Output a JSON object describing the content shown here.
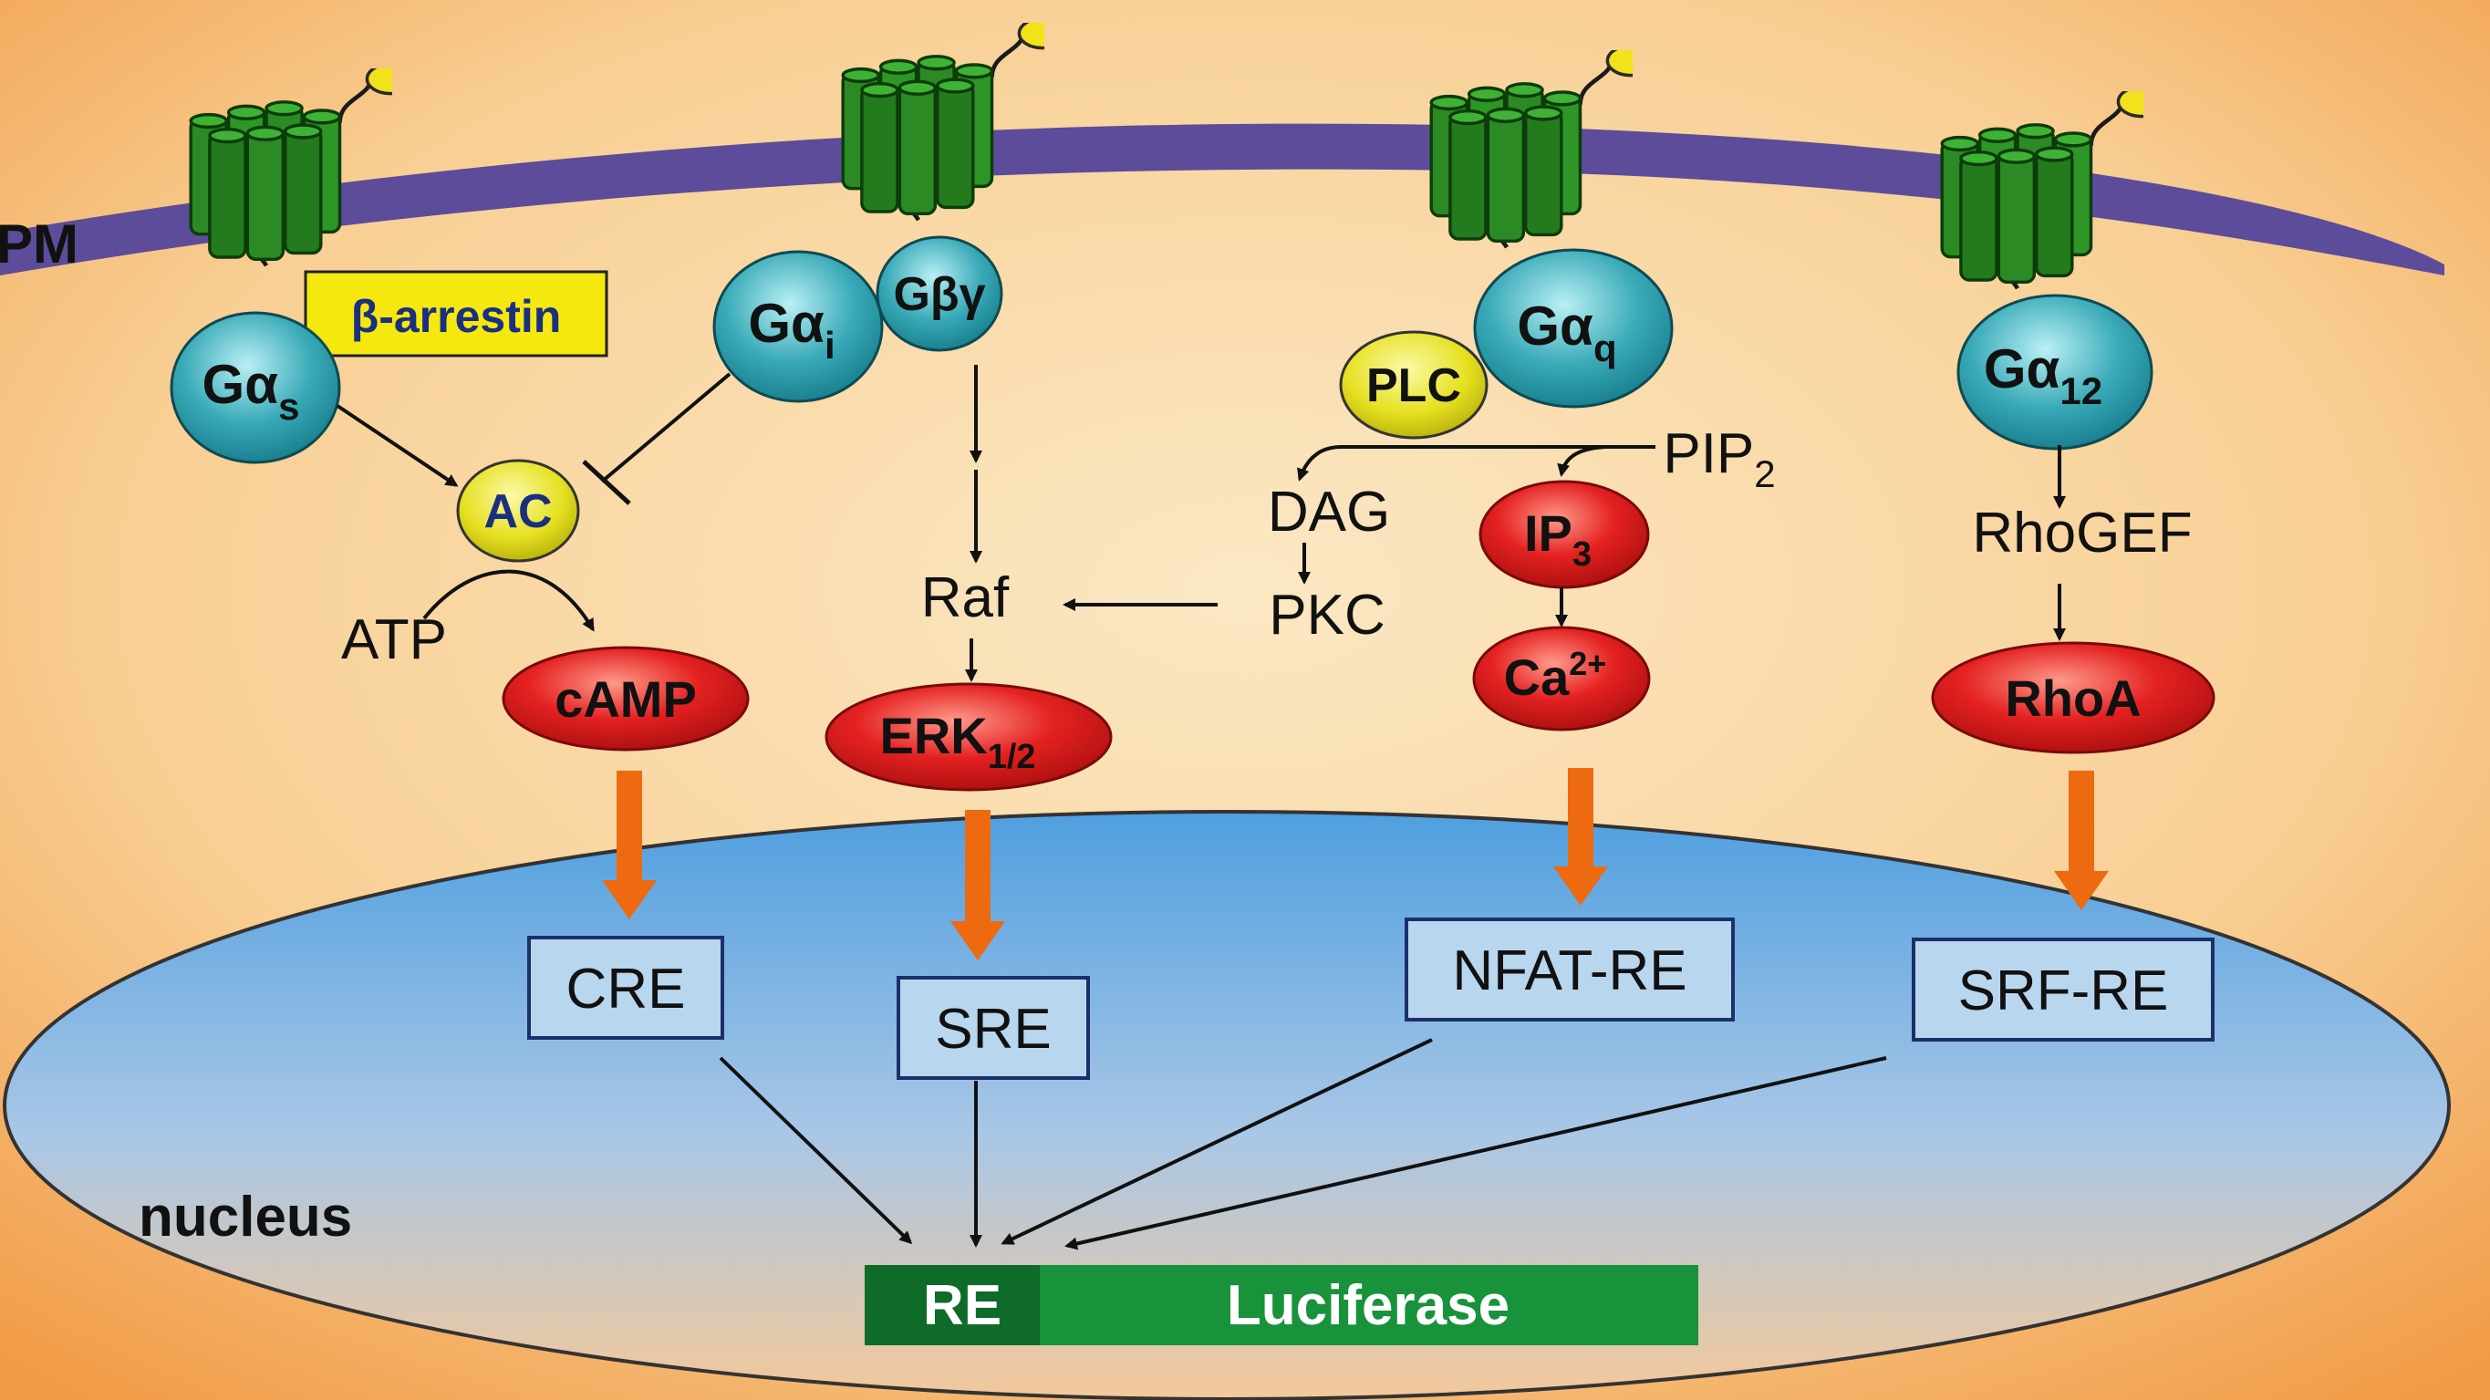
{
  "membrane": {
    "label": "PM"
  },
  "nucleus": {
    "label": "nucleus"
  },
  "proteins": {
    "gas": {
      "main": "Gα",
      "sub": "s"
    },
    "gai": {
      "main": "Gα",
      "sub": "i"
    },
    "gbg": {
      "main": "Gβγ"
    },
    "gaq": {
      "main": "Gα",
      "sub": "q"
    },
    "ga12": {
      "main": "Gα",
      "sub": "12"
    },
    "arrestin": "β-arrestin",
    "ac": "AC",
    "plc": "PLC"
  },
  "metabolites": {
    "atp": "ATP",
    "raf": "Raf",
    "dag": "DAG",
    "pkc": "PKC",
    "pip2": {
      "main": "PIP",
      "sub": "2"
    },
    "rhogef": "RhoGEF"
  },
  "effectors": {
    "camp": "cAMP",
    "erk": {
      "main": "ERK",
      "sub": "1/2"
    },
    "ip3": {
      "main": "IP",
      "sub": "3"
    },
    "ca": {
      "main": "Ca",
      "sup": "2+"
    },
    "rhoa": "RhoA"
  },
  "response_elements": {
    "cre": "CRE",
    "sre": "SRE",
    "nfat": "NFAT-RE",
    "srf": "SRF-RE"
  },
  "reporter": {
    "re": "RE",
    "gene": "Luciferase"
  },
  "colors": {
    "background": "#f6c98e",
    "membrane": "#5c4c9a",
    "nucleus_top": "#5aa3df",
    "nucleus_bottom": "#f2c79a",
    "receptor": "#2b8a24",
    "g_protein": "#2a9aab",
    "yellow_protein": "#e6e020",
    "effector_red": "#e42121",
    "signal_arrow": "#ee6a10",
    "reporter_dark": "#0f6b2a",
    "reporter_light": "#18923b"
  }
}
